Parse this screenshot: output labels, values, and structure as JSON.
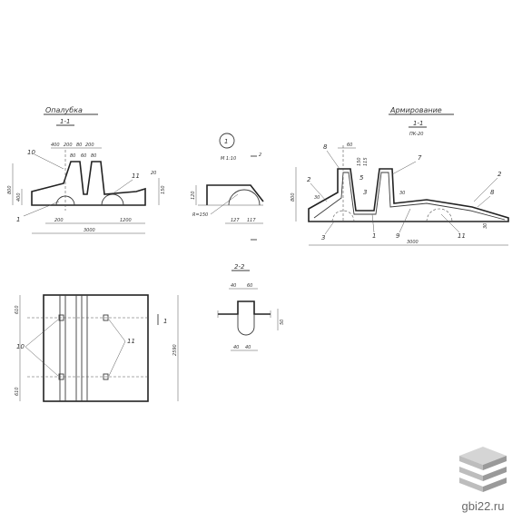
{
  "titles": {
    "formwork": "Опалубка",
    "formwork_section": "1-1",
    "reinforcement": "Армирование",
    "reinforcement_section": "1-1",
    "reinforcement_ref": "ПК-20",
    "detail_label": "М 1:10",
    "section22": "2-2"
  },
  "formwork": {
    "height_total": "800",
    "height_low": "400",
    "top_dims": [
      "400",
      "200",
      "80",
      "200"
    ],
    "slot_dims": [
      "80",
      "60",
      "80"
    ],
    "right_step": "20",
    "right_height": "150",
    "bottom_left": "200",
    "bottom_right": "1200",
    "overall": "3000",
    "callouts": [
      "10",
      "1",
      "11"
    ]
  },
  "detail": {
    "number": "1",
    "arrow": "2",
    "dim_left": "120",
    "radius": "R=150",
    "dim_a": "127",
    "dim_b": "117"
  },
  "reinforcement": {
    "top_dim": "60",
    "slope_dims": [
      "150",
      "115"
    ],
    "height": "800",
    "bar_marks": [
      "8",
      "2",
      "5",
      "3",
      "7",
      "3",
      "2",
      "8",
      "1",
      "9",
      "11"
    ],
    "depth_marks": [
      "30",
      "30",
      "30"
    ],
    "overall": "3000"
  },
  "plan": {
    "left_dims": [
      "610",
      "610"
    ],
    "right_dim": "2590",
    "callouts": [
      "10",
      "11"
    ],
    "section_mark": "1"
  },
  "section22": {
    "top_dims": [
      "40",
      "60"
    ],
    "right_dim": "50",
    "bottom_dims": [
      "40",
      "40"
    ]
  },
  "watermark": {
    "text": "gbi22.ru",
    "colors": [
      "#d5d5d5",
      "#bdbdbd",
      "#9a9a9a"
    ]
  }
}
